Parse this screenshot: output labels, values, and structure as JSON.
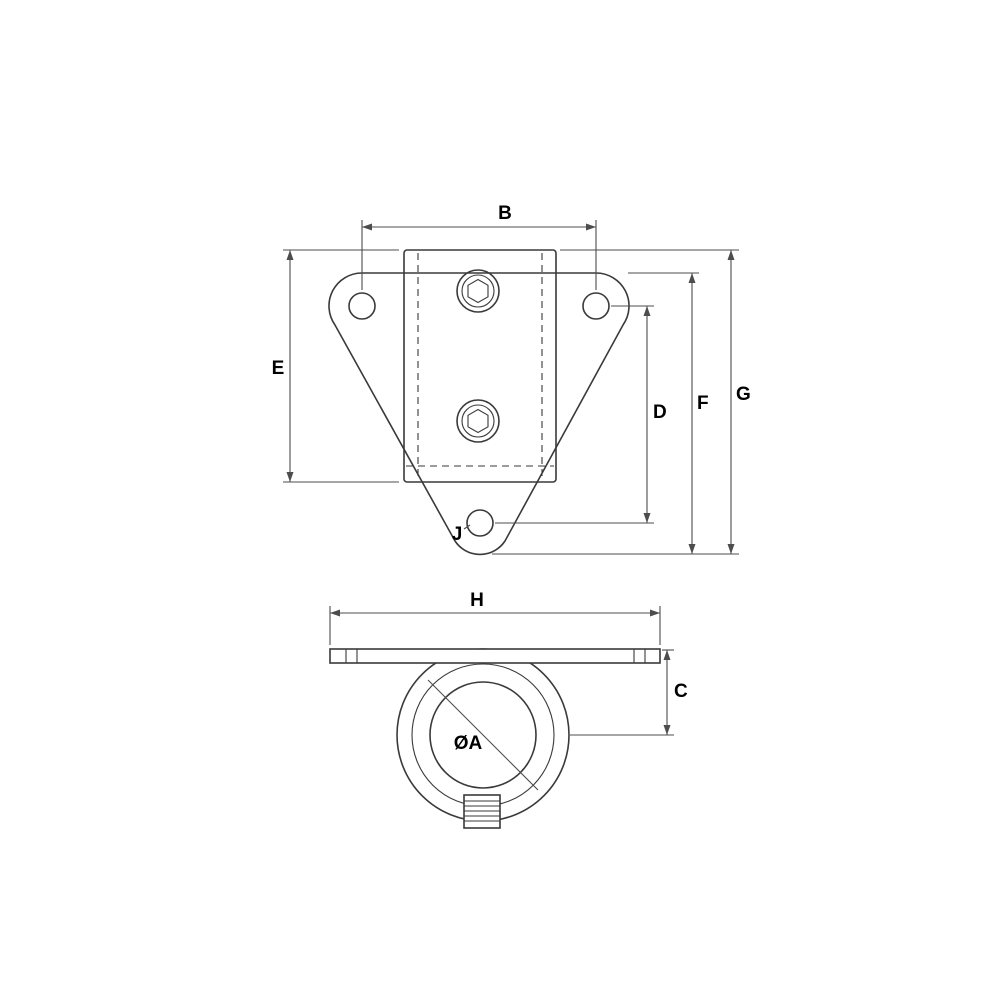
{
  "colors": {
    "background": "#ffffff",
    "outline": "#3a3a3a",
    "dimension": "#4d4d4d",
    "text": "#000000"
  },
  "front_view": {
    "dims": {
      "b": "B",
      "e": "E",
      "d": "D",
      "f": "F",
      "g": "G",
      "j": "J"
    }
  },
  "side_view": {
    "dims": {
      "h": "H",
      "c": "C",
      "a": "ØA"
    }
  }
}
